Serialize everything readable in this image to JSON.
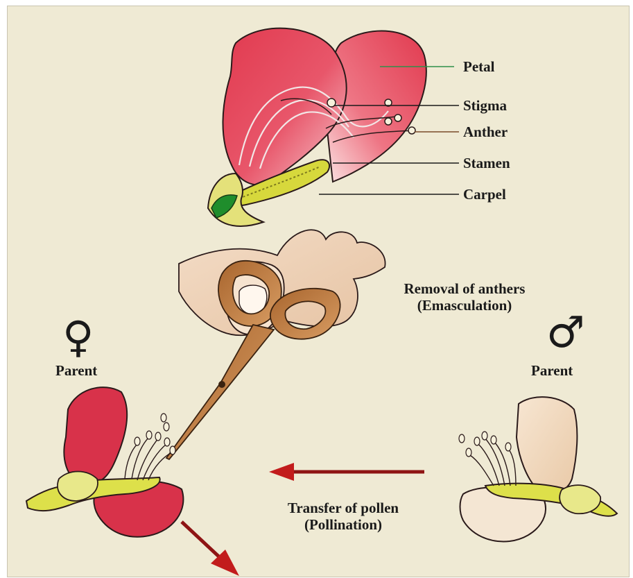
{
  "labels": {
    "petal": "Petal",
    "stigma": "Stigma",
    "anther": "Anther",
    "stamen": "Stamen",
    "carpel": "Carpel"
  },
  "emasculation": {
    "line1": "Removal of anthers",
    "line2": "(Emasculation)"
  },
  "pollination": {
    "line1": "Transfer of pollen",
    "line2": "(Pollination)"
  },
  "female_parent": {
    "symbol": "♀",
    "label": "Parent"
  },
  "male_parent": {
    "symbol": "♂",
    "label": "Parent"
  },
  "colors": {
    "background": "#efead4",
    "petal_red": "#d8324a",
    "arrow_red": "#8e1414",
    "stem_yellow": "#dde04a",
    "male_petal": "#f0d6bd"
  }
}
